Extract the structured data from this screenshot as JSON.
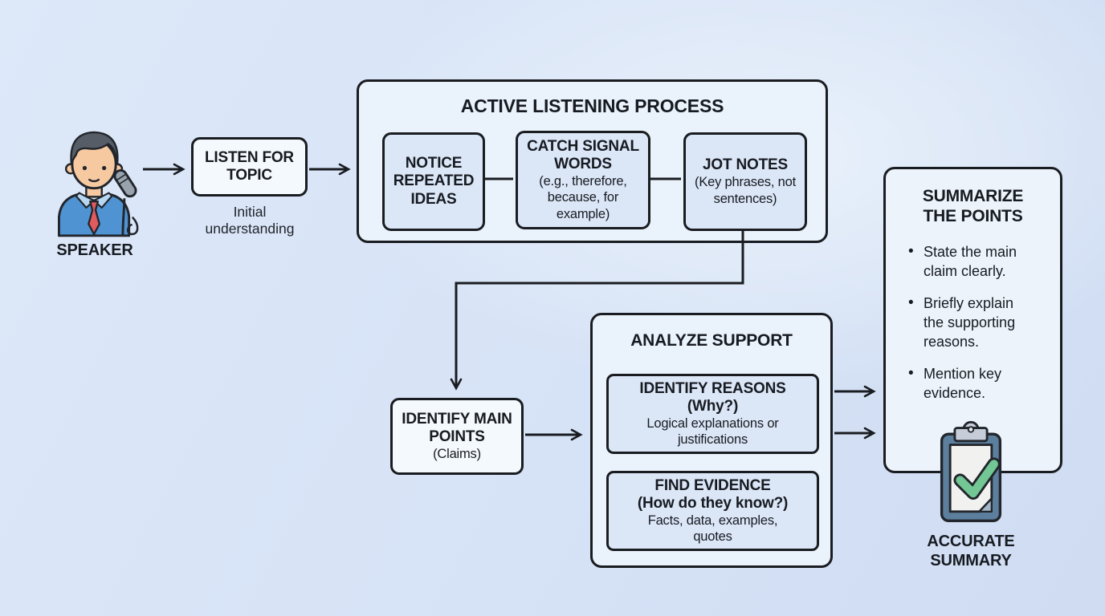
{
  "speaker": {
    "label": "SPEAKER"
  },
  "listen_for_topic": {
    "title": "LISTEN FOR TOPIC",
    "caption": "Initial understanding"
  },
  "active_listening": {
    "title": "ACTIVE LISTENING PROCESS",
    "steps": [
      {
        "title": "NOTICE REPEATED IDEAS",
        "subtitle": ""
      },
      {
        "title": "CATCH SIGNAL WORDS",
        "subtitle": "(e.g., therefore, because, for example)"
      },
      {
        "title": "JOT NOTES",
        "subtitle": "(Key phrases, not sentences)"
      }
    ]
  },
  "identify_main_points": {
    "title": "IDENTIFY MAIN POINTS",
    "subtitle": "(Claims)"
  },
  "analyze_support": {
    "title": "ANALYZE SUPPORT",
    "items": [
      {
        "title": "IDENTIFY REASONS",
        "question": "(Why?)",
        "subtitle": "Logical explanations or justifications"
      },
      {
        "title": "FIND EVIDENCE",
        "question": "(How do they know?)",
        "subtitle": "Facts, data, examples, quotes"
      }
    ]
  },
  "summarize": {
    "title": "SUMMARIZE THE POINTS",
    "bullets": [
      "State the main claim clearly.",
      "Briefly explain the supporting reasons.",
      "Mention key evidence."
    ]
  },
  "accurate_summary": {
    "label": "ACCURATE SUMMARY"
  },
  "icons": {
    "speaker": "speaker-with-microphone-icon",
    "result": "clipboard-checkmark-icon"
  },
  "colors": {
    "ink": "#171b21",
    "line": "#191c20",
    "background_top": "#dde8f9",
    "background_bottom": "#cfdcf2",
    "container_fill": "#eaf2fb",
    "step_fill": "#dbe6f7",
    "node_fill": "#f4f9fd",
    "shirt_blue": "#4f93d2",
    "tie_red": "#e05a5e",
    "skin": "#f6c9a1",
    "hair_gray": "#565d66",
    "clipboard_board": "#5c7f9d",
    "clipboard_clip": "#c6cdd8",
    "paper": "#f1f1ef",
    "check_green": "#72c795"
  }
}
